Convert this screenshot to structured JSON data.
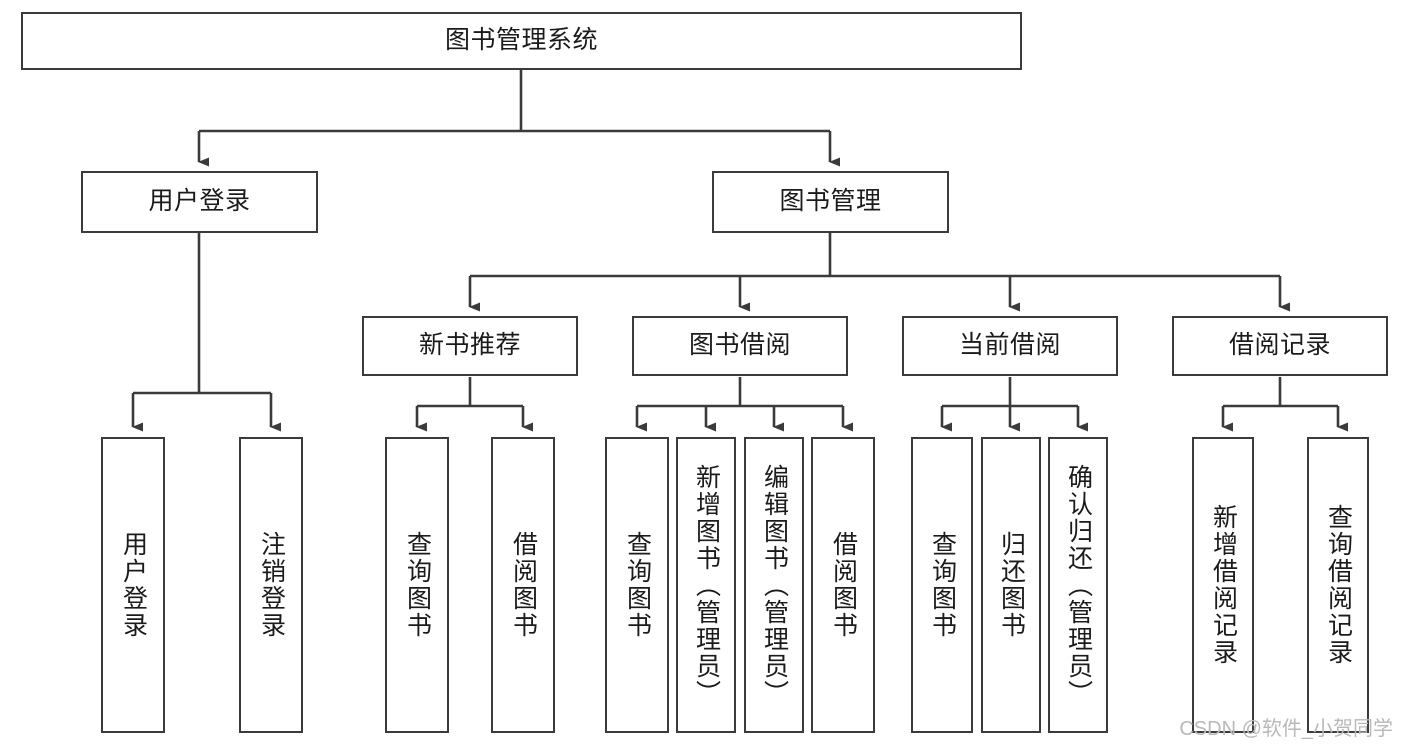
{
  "diagram": {
    "title": "图书管理系统",
    "type": "tree",
    "watermark": "CSDN @软件_小贺同学",
    "colors": {
      "box_border": "#3b3b3b",
      "box_fill": "#ffffff",
      "connector": "#3b3b3b",
      "text": "#1b1b1b",
      "watermark": "#b9b9b9"
    },
    "root": {
      "label": "图书管理系统"
    },
    "level2": [
      {
        "label": "用户登录"
      },
      {
        "label": "图书管理"
      }
    ],
    "level3": [
      {
        "label": "新书推荐"
      },
      {
        "label": "图书借阅"
      },
      {
        "label": "当前借阅"
      },
      {
        "label": "借阅记录"
      }
    ],
    "leaves": {
      "user_login": [
        {
          "label": "用户登录"
        },
        {
          "label": "注销登录"
        }
      ],
      "new_book_recommend": [
        {
          "label": "查询图书"
        },
        {
          "label": "借阅图书"
        }
      ],
      "book_borrow": [
        {
          "label": "查询图书"
        },
        {
          "label": "新增图书（管理员）"
        },
        {
          "label": "编辑图书（管理员）"
        },
        {
          "label": "借阅图书"
        }
      ],
      "current_borrow": [
        {
          "label": "查询图书"
        },
        {
          "label": "归还图书"
        },
        {
          "label": "确认归还（管理员）"
        }
      ],
      "borrow_record": [
        {
          "label": "新增借阅记录"
        },
        {
          "label": "查询借阅记录"
        }
      ]
    }
  }
}
